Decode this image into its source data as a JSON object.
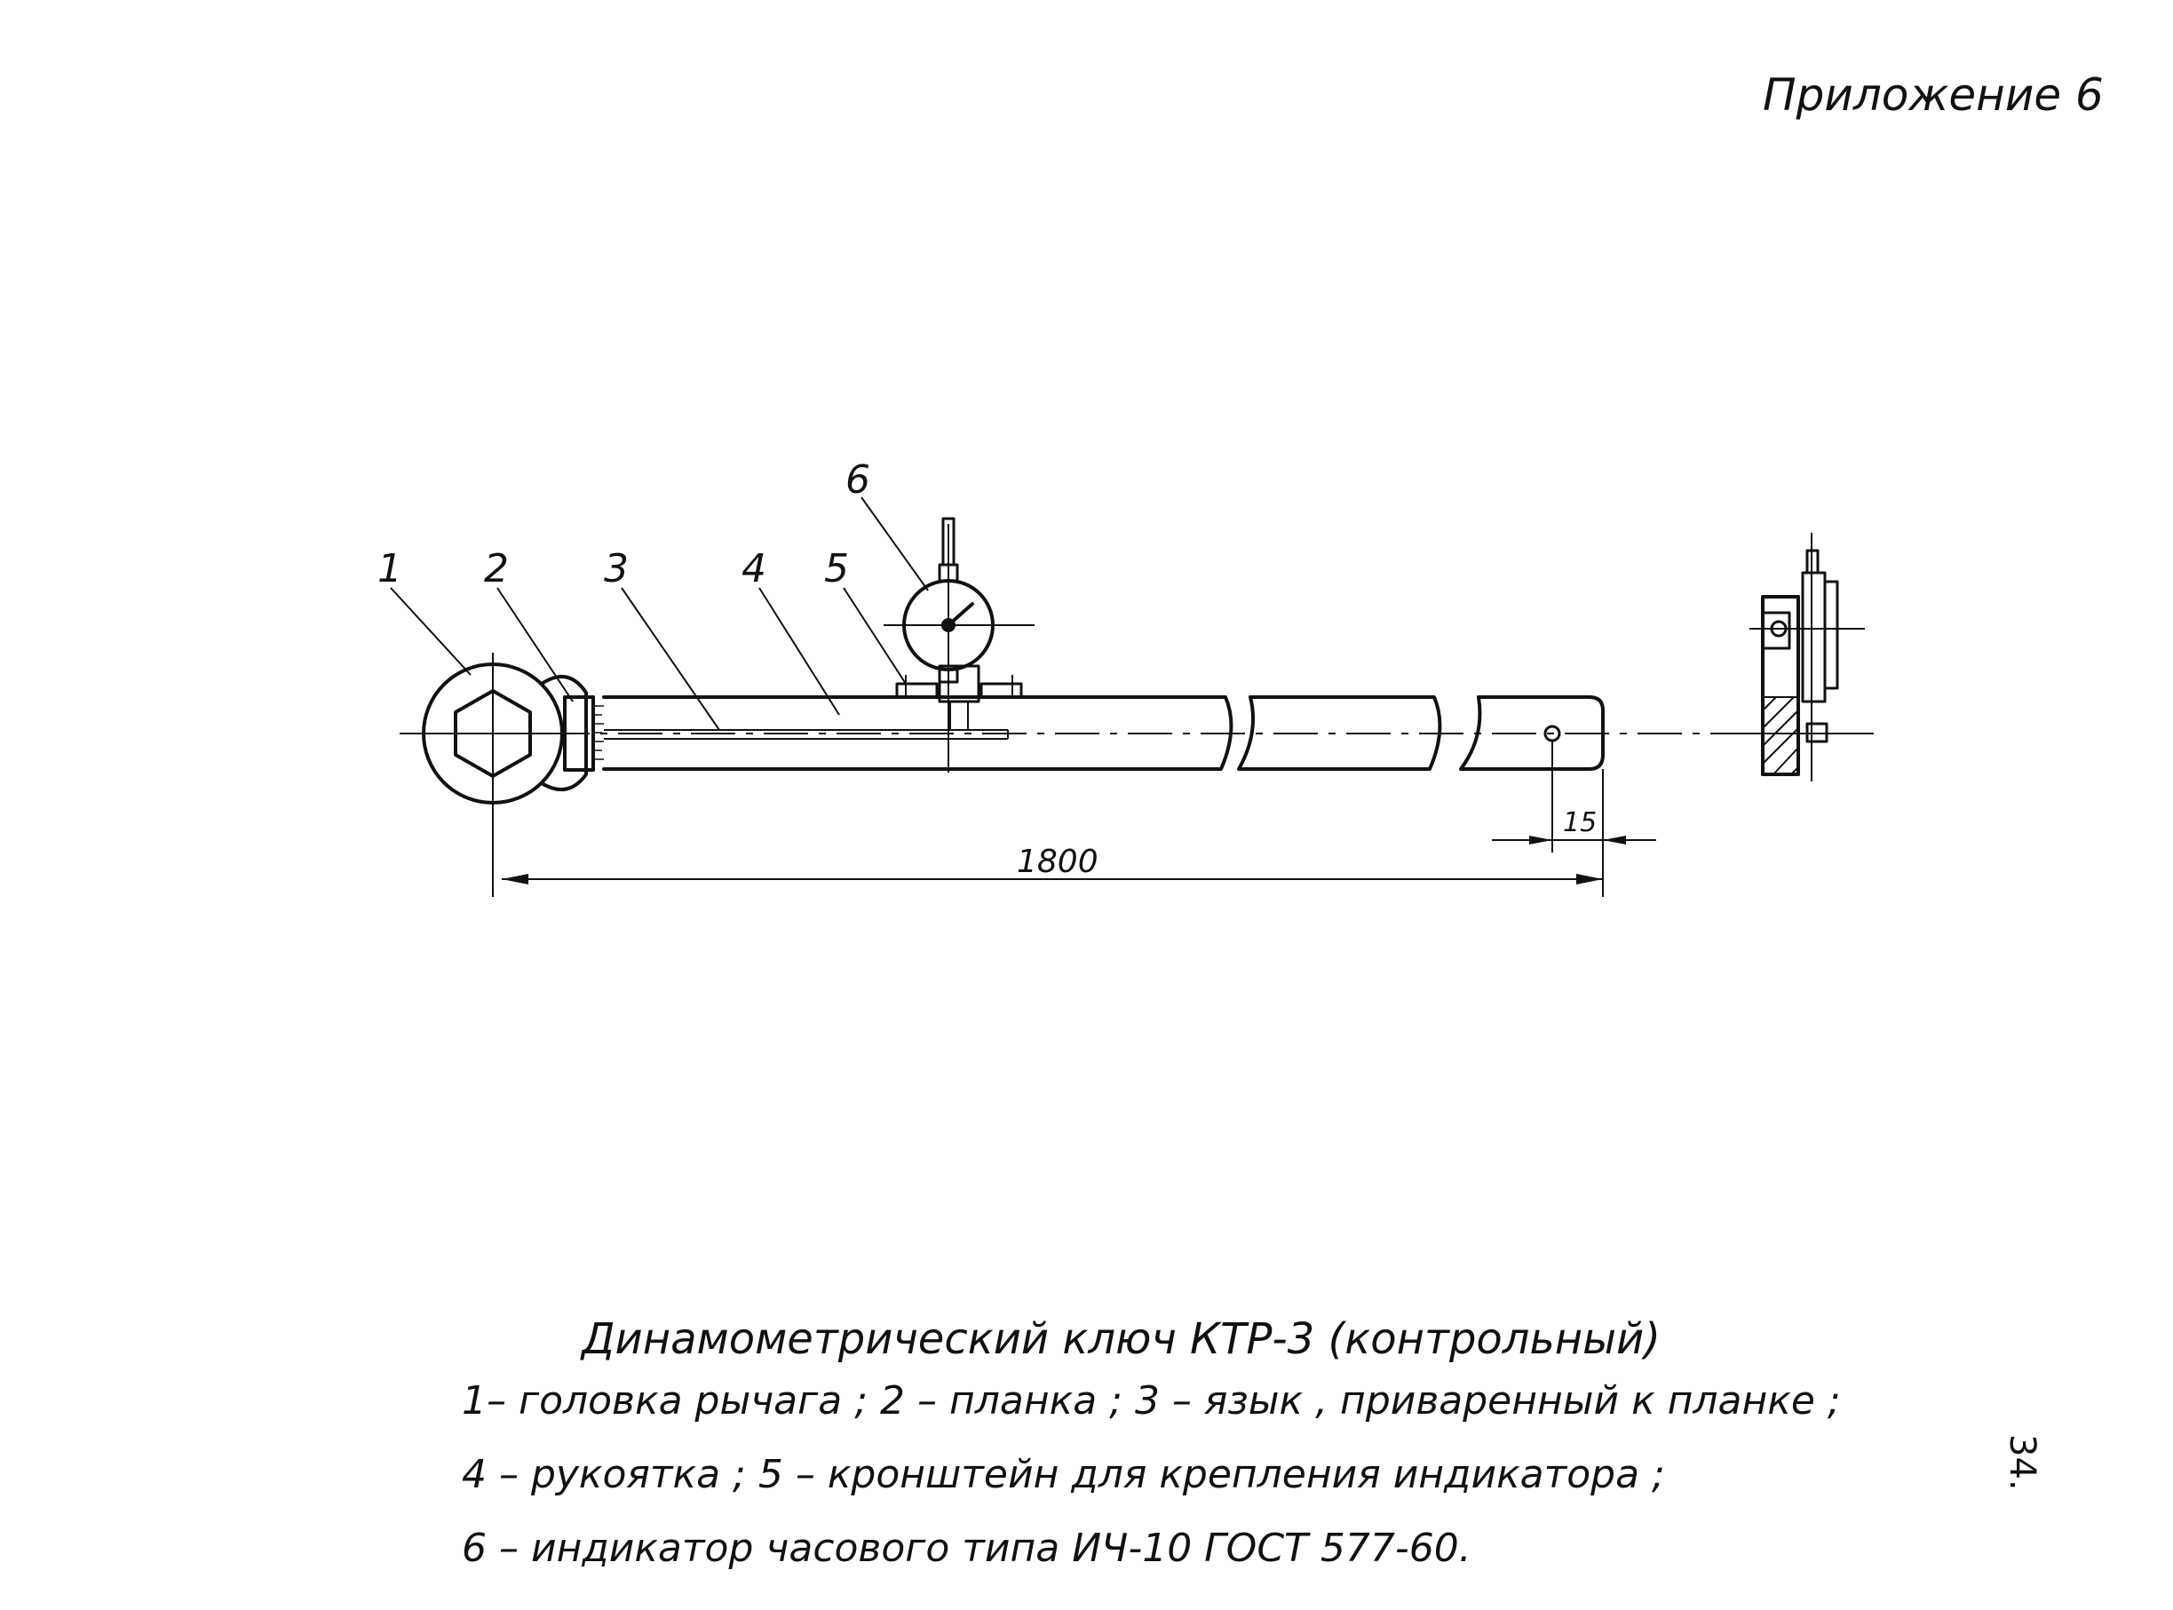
{
  "header": {
    "appendix": "Приложение 6"
  },
  "drawing": {
    "callouts": [
      "1",
      "2",
      "3",
      "4",
      "5",
      "6"
    ],
    "dimensions": {
      "total_length": "1800",
      "hole_offset": "15"
    }
  },
  "caption": {
    "title": "Динамометрический ключ КТР-3 (контрольный)",
    "legend": [
      "1– головка рычага ;   2 – планка ;  3 – язык , приваренный к планке ;",
      "4 – рукоятка   ;  5 – кронштейн для крепления индикатора ;",
      "6 – индикатор часового  типа  ИЧ-10 ГОСТ 577-60."
    ]
  },
  "page": {
    "number": "34."
  }
}
